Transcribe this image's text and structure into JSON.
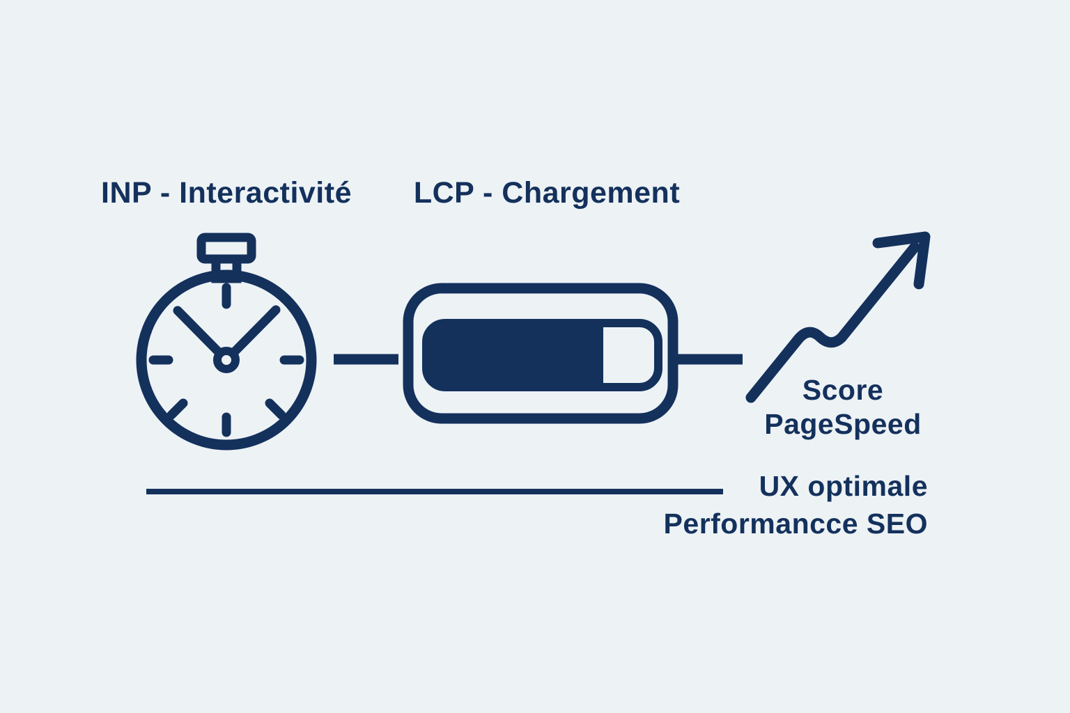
{
  "colors": {
    "ink": "#14315c",
    "background": "#edf2f5"
  },
  "labels": {
    "inp": "INP - Interactivité",
    "lcp": "LCP - Chargement",
    "score_line1": "Score",
    "score_line2": "PageSpeed",
    "outcome_line1": "UX optimale",
    "outcome_line2": "Performancce SEO"
  },
  "icons": {
    "stopwatch": "stopwatch-icon",
    "progress_bar": "progress-bar-icon",
    "growth_arrow": "growth-arrow-icon"
  }
}
